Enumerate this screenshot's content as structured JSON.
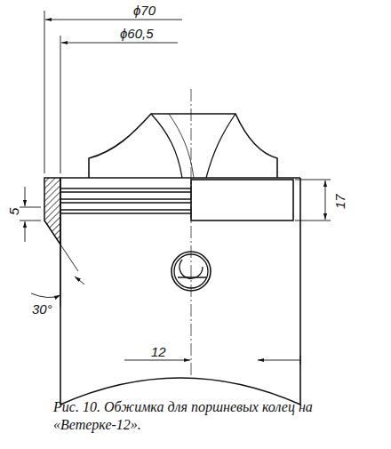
{
  "diagram": {
    "caption": "Рис. 10. Обжимка для поршневых колец на «Ветерке-12».",
    "labels": [
      "ϕ70",
      "ϕ60,5",
      "5",
      "17",
      "30°",
      "12"
    ]
  }
}
